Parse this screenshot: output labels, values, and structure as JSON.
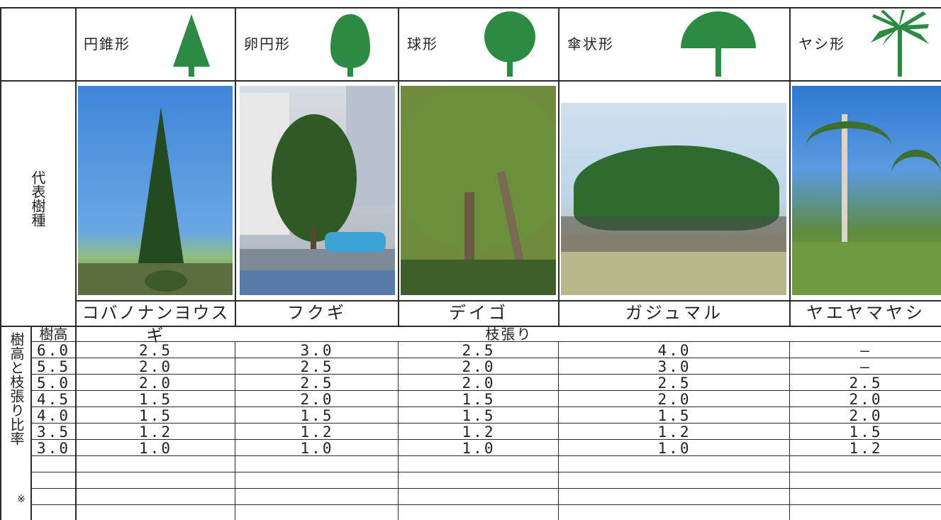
{
  "shapes": [
    {
      "label": "円錐形",
      "shape_icon": "conical-tree-icon"
    },
    {
      "label": "卵円形",
      "shape_icon": "oval-tree-icon"
    },
    {
      "label": "球形",
      "shape_icon": "round-tree-icon"
    },
    {
      "label": "傘状形",
      "shape_icon": "umbrella-tree-icon"
    },
    {
      "label": "ヤシ形",
      "shape_icon": "palm-tree-icon"
    }
  ],
  "colors": {
    "tree_green": "#2d8a43",
    "sky_blue": "#4b8fd6",
    "grass_green": "#6c8f4a"
  },
  "representative_label": "代表樹種",
  "species": [
    "コバノナンヨウスギ",
    "フクギ",
    "デイゴ",
    "ガジュマル",
    "ヤエヤマヤシ"
  ],
  "ratio_label": "樹高と枝張り比率",
  "ratio_note": "※",
  "height_header": "樹高",
  "spread_header": "枝張り",
  "rows": [
    {
      "height": "6.0",
      "values": [
        "2.5",
        "3.0",
        "2.5",
        "4.0",
        "—"
      ]
    },
    {
      "height": "5.5",
      "values": [
        "2.0",
        "2.5",
        "2.0",
        "3.0",
        "—"
      ]
    },
    {
      "height": "5.0",
      "values": [
        "2.0",
        "2.5",
        "2.0",
        "2.5",
        "2.5"
      ]
    },
    {
      "height": "4.5",
      "values": [
        "1.5",
        "2.0",
        "1.5",
        "2.0",
        "2.0"
      ]
    },
    {
      "height": "4.0",
      "values": [
        "1.5",
        "1.5",
        "1.5",
        "1.5",
        "2.0"
      ]
    },
    {
      "height": "3.5",
      "values": [
        "1.2",
        "1.2",
        "1.2",
        "1.2",
        "1.5"
      ]
    },
    {
      "height": "3.0",
      "values": [
        "1.0",
        "1.0",
        "1.0",
        "1.0",
        "1.2"
      ]
    }
  ]
}
